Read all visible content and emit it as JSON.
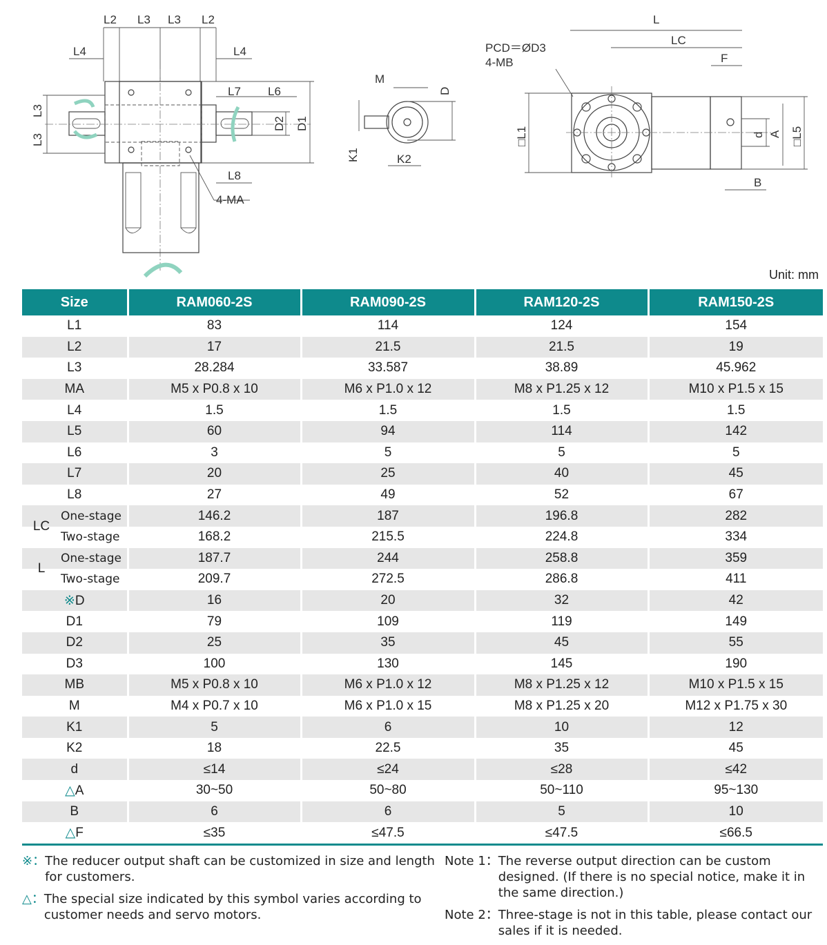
{
  "drawing": {
    "left_view_labels": {
      "L2a": "L2",
      "L3a": "L3",
      "L3b": "L3",
      "L2b": "L2",
      "L4a": "L4",
      "L4b": "L4",
      "L3_side_top": "L3",
      "L3_side_bottom": "L3",
      "L7": "L7",
      "L6": "L6",
      "D2": "D2",
      "D1": "D1",
      "L8": "L8",
      "MA": "4-MA"
    },
    "middle_view_labels": {
      "M": "M",
      "D": "D",
      "K1": "K1",
      "K2": "K2"
    },
    "right_view_labels": {
      "L": "L",
      "LC": "LC",
      "F": "F",
      "PCD": "PCD＝ØD3",
      "MB": "4-MB",
      "L1": "□L1",
      "L5": "□L5",
      "d": "d",
      "A": "A",
      "B": "B"
    }
  },
  "unit": "Unit: mm",
  "table": {
    "header": [
      "Size",
      "RAM060-2S",
      "RAM090-2S",
      "RAM120-2S",
      "RAM150-2S"
    ],
    "rows_top": [
      {
        "label": "L1",
        "values": [
          "83",
          "114",
          "124",
          "154"
        ]
      },
      {
        "label": "L2",
        "values": [
          "17",
          "21.5",
          "21.5",
          "19"
        ]
      },
      {
        "label": "L3",
        "values": [
          "28.284",
          "33.587",
          "38.89",
          "45.962"
        ]
      },
      {
        "label": "MA",
        "values": [
          "M5 x P0.8 x 10",
          "M6 x P1.0 x 12",
          "M8 x P1.25 x 12",
          "M10 x P1.5 x 15"
        ]
      },
      {
        "label": "L4",
        "values": [
          "1.5",
          "1.5",
          "1.5",
          "1.5"
        ]
      },
      {
        "label": "L5",
        "values": [
          "60",
          "94",
          "114",
          "142"
        ]
      },
      {
        "label": "L6",
        "values": [
          "3",
          "5",
          "5",
          "5"
        ]
      },
      {
        "label": "L7",
        "values": [
          "20",
          "25",
          "40",
          "45"
        ]
      },
      {
        "label": "L8",
        "values": [
          "27",
          "49",
          "52",
          "67"
        ]
      }
    ],
    "grouped": [
      {
        "group": "LC",
        "rows": [
          {
            "sub": "One-stage",
            "values": [
              "146.2",
              "187",
              "196.8",
              "282"
            ]
          },
          {
            "sub": "Two-stage",
            "values": [
              "168.2",
              "215.5",
              "224.8",
              "334"
            ]
          }
        ]
      },
      {
        "group": "L",
        "rows": [
          {
            "sub": "One-stage",
            "values": [
              "187.7",
              "244",
              "258.8",
              "359"
            ]
          },
          {
            "sub": "Two-stage",
            "values": [
              "209.7",
              "272.5",
              "286.8",
              "411"
            ]
          }
        ]
      }
    ],
    "rows_bottom": [
      {
        "mark": "※",
        "label": "D",
        "values": [
          "16",
          "20",
          "32",
          "42"
        ]
      },
      {
        "mark": "",
        "label": "D1",
        "values": [
          "79",
          "109",
          "119",
          "149"
        ]
      },
      {
        "mark": "",
        "label": "D2",
        "values": [
          "25",
          "35",
          "45",
          "55"
        ]
      },
      {
        "mark": "",
        "label": "D3",
        "values": [
          "100",
          "130",
          "145",
          "190"
        ]
      },
      {
        "mark": "",
        "label": "MB",
        "values": [
          "M5 x P0.8 x 10",
          "M6 x P1.0 x 12",
          "M8 x P1.25 x 12",
          "M10 x P1.5 x 15"
        ]
      },
      {
        "mark": "",
        "label": "M",
        "values": [
          "M4 x P0.7 x 10",
          "M6 x P1.0 x 15",
          "M8 x P1.25 x 20",
          "M12 x P1.75 x 30"
        ]
      },
      {
        "mark": "",
        "label": "K1",
        "values": [
          "5",
          "6",
          "10",
          "12"
        ]
      },
      {
        "mark": "",
        "label": "K2",
        "values": [
          "18",
          "22.5",
          "35",
          "45"
        ]
      },
      {
        "mark": "",
        "label": "d",
        "values": [
          "≤14",
          "≤24",
          "≤28",
          "≤42"
        ]
      },
      {
        "mark": "△",
        "label": "A",
        "values": [
          "30~50",
          "50~80",
          "50~110",
          "95~130"
        ]
      },
      {
        "mark": "",
        "label": "B",
        "values": [
          "6",
          "6",
          "5",
          "10"
        ]
      },
      {
        "mark": "△",
        "label": "F",
        "values": [
          "≤35",
          "≤47.5",
          "≤47.5",
          "≤66.5"
        ]
      }
    ]
  },
  "notes": {
    "left": [
      {
        "mark": "※：",
        "text": "The reducer output shaft can be customized in size and length for customers."
      },
      {
        "mark": "△：",
        "text": "The special size indicated by this symbol varies according to customer needs and servo motors."
      }
    ],
    "right": [
      {
        "mark": "Note 1：",
        "text": "The reverse output direction can be custom designed. (If there is no special notice, make it in the same direction.)"
      },
      {
        "mark": "Note 2：",
        "text": "Three-stage is not in this table, please contact our sales if it is needed."
      }
    ]
  },
  "colors": {
    "accent": "#0e8a8c",
    "row_alt": "#e6e6e6",
    "arrow": "#8fd3bf"
  }
}
